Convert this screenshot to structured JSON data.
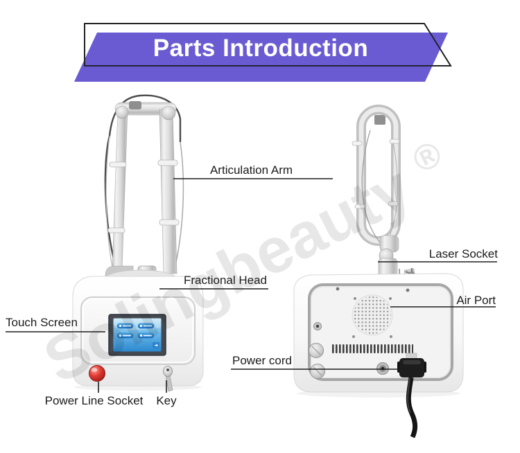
{
  "banner": {
    "title": "Parts Introduction"
  },
  "watermark": {
    "text": "Solingbeauty",
    "registered": "®"
  },
  "labels": {
    "articulation_arm": "Articulation Arm",
    "fractional_head": "Fractional Head",
    "touch_screen": "Touch Screen",
    "power_line_socket": "Power Line Socket",
    "key": "Key",
    "laser_socket": "Laser Socket",
    "air_port": "Air Port",
    "power_cord": "Power cord"
  },
  "colors": {
    "ribbon": "#6a5bd3",
    "screen_blue": "#2b88cf",
    "power_button_red": "#d6302c"
  }
}
